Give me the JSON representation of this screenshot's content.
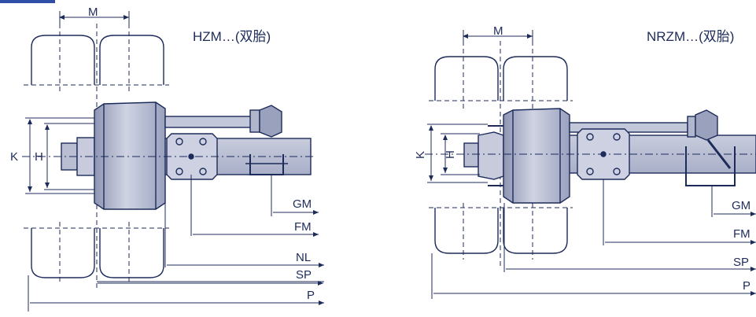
{
  "colors": {
    "line": "#1d2b5a",
    "steel": "#b9bed3",
    "steel_dark": "#8e95b3",
    "accent_bar": "#2f4fa6"
  },
  "left": {
    "title": "HZM…(双胎)",
    "labels": {
      "M": "M",
      "K": "K",
      "H": "H",
      "GM": "GM",
      "FM": "FM",
      "NL": "NL",
      "SP": "SP",
      "P": "P"
    }
  },
  "right": {
    "title": "NRZM…(双胎)",
    "labels": {
      "M": "M",
      "K": "K",
      "H": "H",
      "GM": "GM",
      "FM": "FM",
      "SP": "SP",
      "P": "P"
    }
  }
}
